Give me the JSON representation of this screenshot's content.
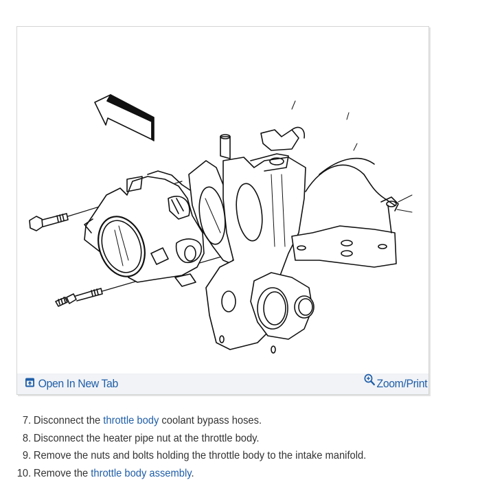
{
  "figure": {
    "alt": "Throttle body removal diagram: throttle body with gasket and two mounting bolts separated from the intake manifold, arrow indicating direction of removal",
    "footer": {
      "open_new_tab": {
        "label": "Open In New Tab",
        "icon": "open-in-new-tab-icon"
      },
      "zoom_print": {
        "label": "Zoom/Print",
        "icon": "zoom-in-icon"
      }
    }
  },
  "steps": [
    {
      "number": "7.",
      "before": "Disconnect the ",
      "link": "throttle body",
      "after": " coolant bypass hoses."
    },
    {
      "number": "8.",
      "before": "Disconnect the heater pipe nut at the throttle body.",
      "link": "",
      "after": ""
    },
    {
      "number": "9.",
      "before": "Remove the nuts and bolts holding the throttle body to the intake manifold.",
      "link": "",
      "after": ""
    },
    {
      "number": "10.",
      "before": "Remove the ",
      "link": "throttle body assembly",
      "after": "."
    }
  ],
  "colors": {
    "link": "#1f5ea8",
    "text": "#333333",
    "footer_bg": "#f1f3f7",
    "card_border": "#d4d4d4"
  }
}
